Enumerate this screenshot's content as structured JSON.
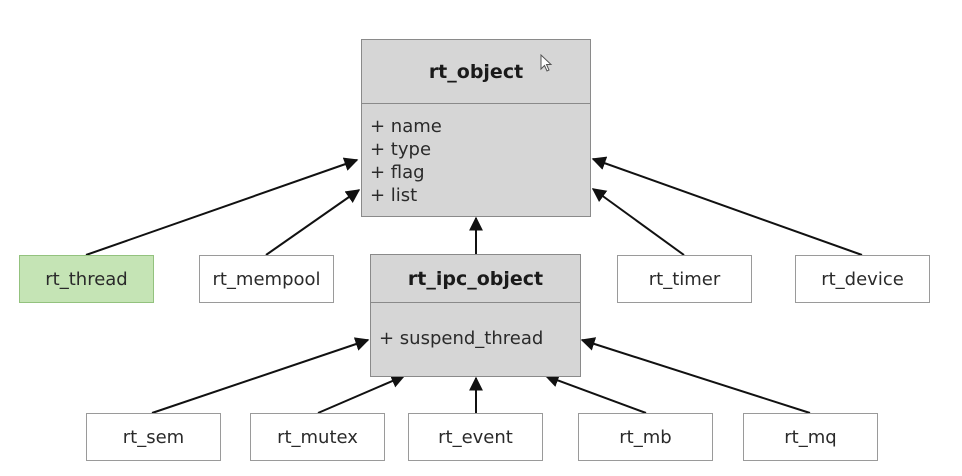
{
  "base": {
    "title": "rt_object",
    "attributes": [
      "+ name",
      "+ type",
      "+ flag",
      "+ list"
    ]
  },
  "ipc": {
    "title": "rt_ipc_object",
    "attributes": [
      "+ suspend_thread"
    ]
  },
  "objects": [
    "rt_thread",
    "rt_mempool",
    "rt_timer",
    "rt_device"
  ],
  "ipc_objects": [
    "rt_sem",
    "rt_mutex",
    "rt_event",
    "rt_mb",
    "rt_mq"
  ],
  "colors": {
    "class_fill": "#d6d6d6",
    "highlight_fill": "#c5e4b5",
    "line": "#111111"
  }
}
